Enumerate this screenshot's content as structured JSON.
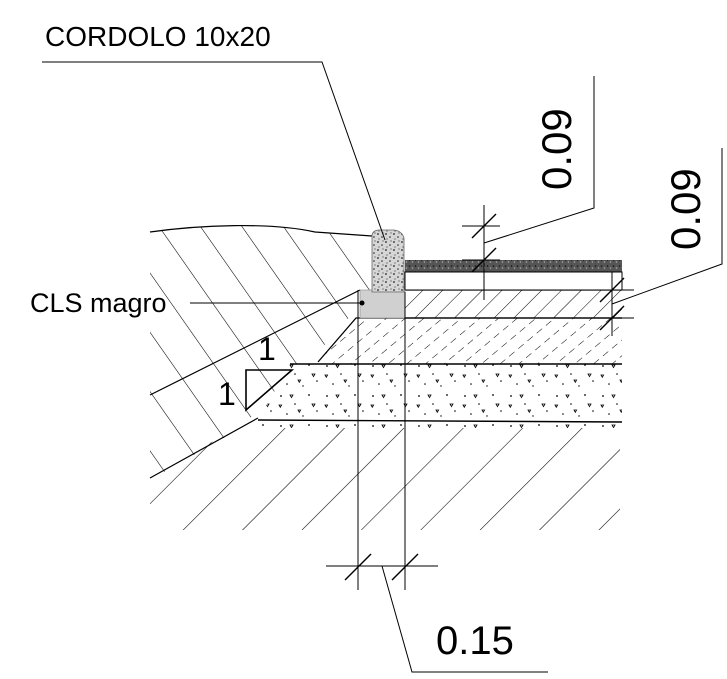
{
  "labels": {
    "cordolo": "CORDOLO 10x20",
    "cls_magro": "CLS magro",
    "dim_upper": "0.09",
    "dim_lower": "0.09",
    "dim_width": "0.15",
    "slope_vertical": "1",
    "slope_horizontal": "1"
  },
  "colors": {
    "line": "#000000",
    "curb_fill": "#d6d6d6",
    "lean_concrete_fill": "#d0d0d0",
    "asphalt_fill": "#555555",
    "background": "#ffffff"
  }
}
